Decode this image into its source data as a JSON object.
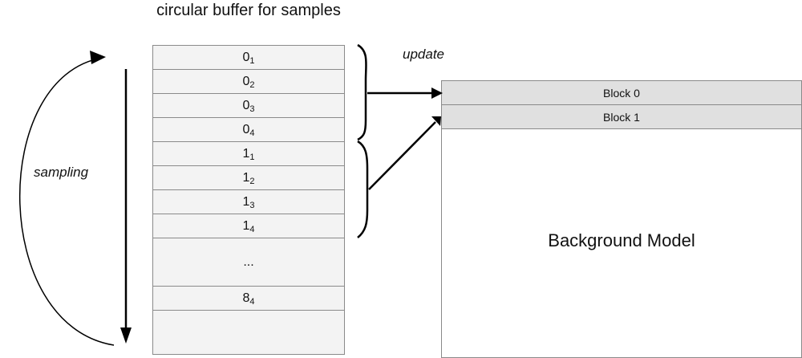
{
  "title": "circular buffer for samples",
  "buffer": {
    "cells": [
      {
        "main": "0",
        "sub": "1"
      },
      {
        "main": "0",
        "sub": "2"
      },
      {
        "main": "0",
        "sub": "3"
      },
      {
        "main": "0",
        "sub": "4"
      },
      {
        "main": "1",
        "sub": "1"
      },
      {
        "main": "1",
        "sub": "2"
      },
      {
        "main": "1",
        "sub": "3"
      },
      {
        "main": "1",
        "sub": "4"
      }
    ],
    "ellipsis": "...",
    "last": {
      "main": "8",
      "sub": "4"
    }
  },
  "labels": {
    "update": "update",
    "sampling": "sampling"
  },
  "model": {
    "blocks": [
      "Block 0",
      "Block 1"
    ],
    "label": "Background Model"
  }
}
